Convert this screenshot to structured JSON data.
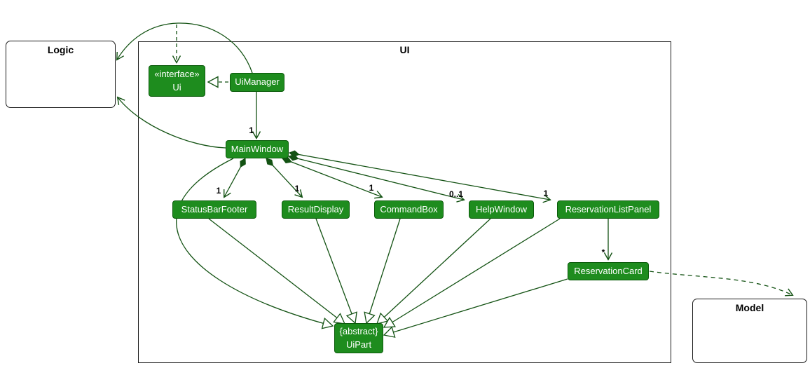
{
  "diagram": {
    "frames": {
      "ui": {
        "label": "UI"
      }
    },
    "packages": {
      "logic": {
        "label": "Logic"
      },
      "model": {
        "label": "Model"
      }
    },
    "classes": {
      "ui_interface": {
        "stereotype": "«interface»",
        "name": "Ui"
      },
      "ui_manager": {
        "name": "UiManager"
      },
      "main_window": {
        "name": "MainWindow"
      },
      "status_bar_footer": {
        "name": "StatusBarFooter"
      },
      "result_display": {
        "name": "ResultDisplay"
      },
      "command_box": {
        "name": "CommandBox"
      },
      "help_window": {
        "name": "HelpWindow"
      },
      "reservation_list_panel": {
        "name": "ReservationListPanel"
      },
      "reservation_card": {
        "name": "ReservationCard"
      },
      "ui_part": {
        "modifier": "{abstract}",
        "name": "UiPart"
      }
    },
    "multiplicities": {
      "uimanager_mainwindow": "1",
      "mainwindow_statusbarfooter": "1",
      "mainwindow_resultdisplay": "1",
      "mainwindow_commandbox": "1",
      "mainwindow_helpwindow": "0..1",
      "mainwindow_reservationlistpanel": "1",
      "reservationlistpanel_reservationcard": "*"
    },
    "colors": {
      "class_fill": "#1E8C1E",
      "class_border": "#0B5B0B",
      "edge": "#135213",
      "frame_border": "#1a1a1a",
      "class_text": "#ffffff",
      "label_text": "#000000"
    }
  }
}
